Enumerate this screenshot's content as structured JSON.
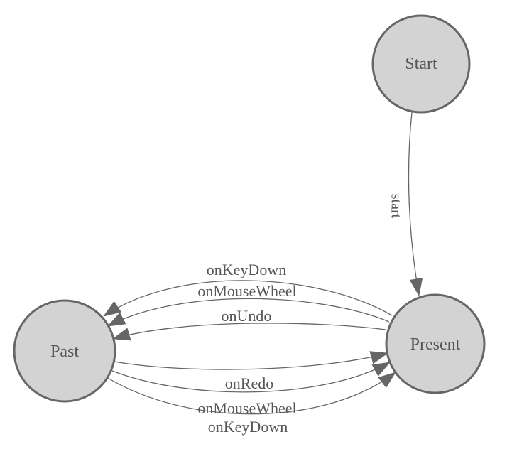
{
  "nodes": [
    {
      "id": "start",
      "label": "Start"
    },
    {
      "id": "present",
      "label": "Present"
    },
    {
      "id": "past",
      "label": "Past"
    }
  ],
  "edges": [
    {
      "from": "start",
      "to": "present",
      "label": "start"
    },
    {
      "from": "present",
      "to": "past",
      "label": "onKeyDown"
    },
    {
      "from": "present",
      "to": "past",
      "label": "onMouseWheel"
    },
    {
      "from": "present",
      "to": "past",
      "label": "onUndo"
    },
    {
      "from": "past",
      "to": "present",
      "label": "onRedo"
    },
    {
      "from": "past",
      "to": "present",
      "label": "onMouseWheel"
    },
    {
      "from": "past",
      "to": "present",
      "label": "onKeyDown"
    }
  ],
  "colors": {
    "node_fill": "#d3d3d3",
    "node_stroke": "#666666",
    "edge_stroke": "#666666",
    "arrow_fill": "#666666",
    "label_text": "#55555a",
    "background": "#ffffff"
  }
}
